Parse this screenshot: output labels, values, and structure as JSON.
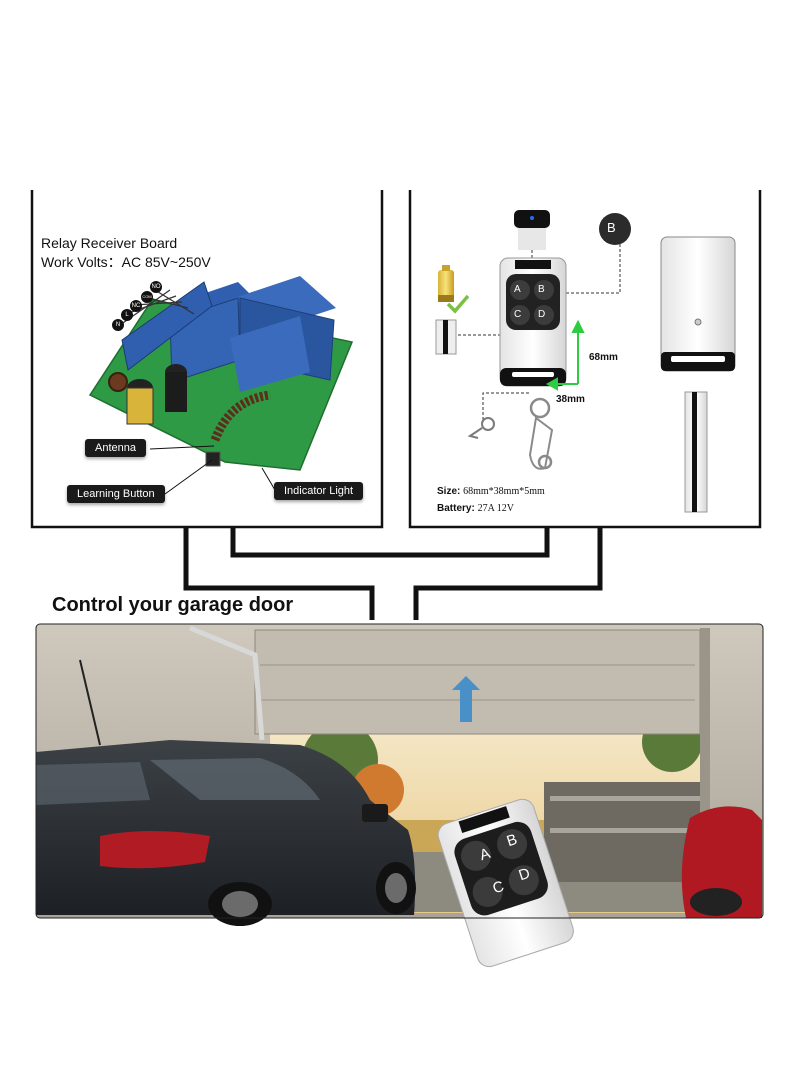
{
  "receiver": {
    "title_line1": "Relay Receiver Board",
    "title_line2": "Work Volts：AC 85V~250V",
    "labels": {
      "antenna": "Antenna",
      "learning_button": "Learning Button",
      "indicator_light": "Indicator Light"
    },
    "terminals": [
      "NO",
      "COM",
      "NC",
      "L",
      "N"
    ]
  },
  "remote": {
    "buttons": [
      "A",
      "B",
      "C",
      "D"
    ],
    "callout_button": "B",
    "height_label": "68mm",
    "width_label": "38mm",
    "size_label": "Size:",
    "size_value": "68mm*38mm*5mm",
    "battery_label": "Battery:",
    "battery_value": "27A  12V"
  },
  "garage": {
    "heading": "Control your garage door",
    "remote_buttons": [
      "A",
      "B",
      "C",
      "D"
    ]
  },
  "colors": {
    "relay_blue": "#2f5fae",
    "pcb_green": "#2f9a45",
    "arrow_blue": "#4a90c8",
    "dim_green": "#2ecc40"
  }
}
